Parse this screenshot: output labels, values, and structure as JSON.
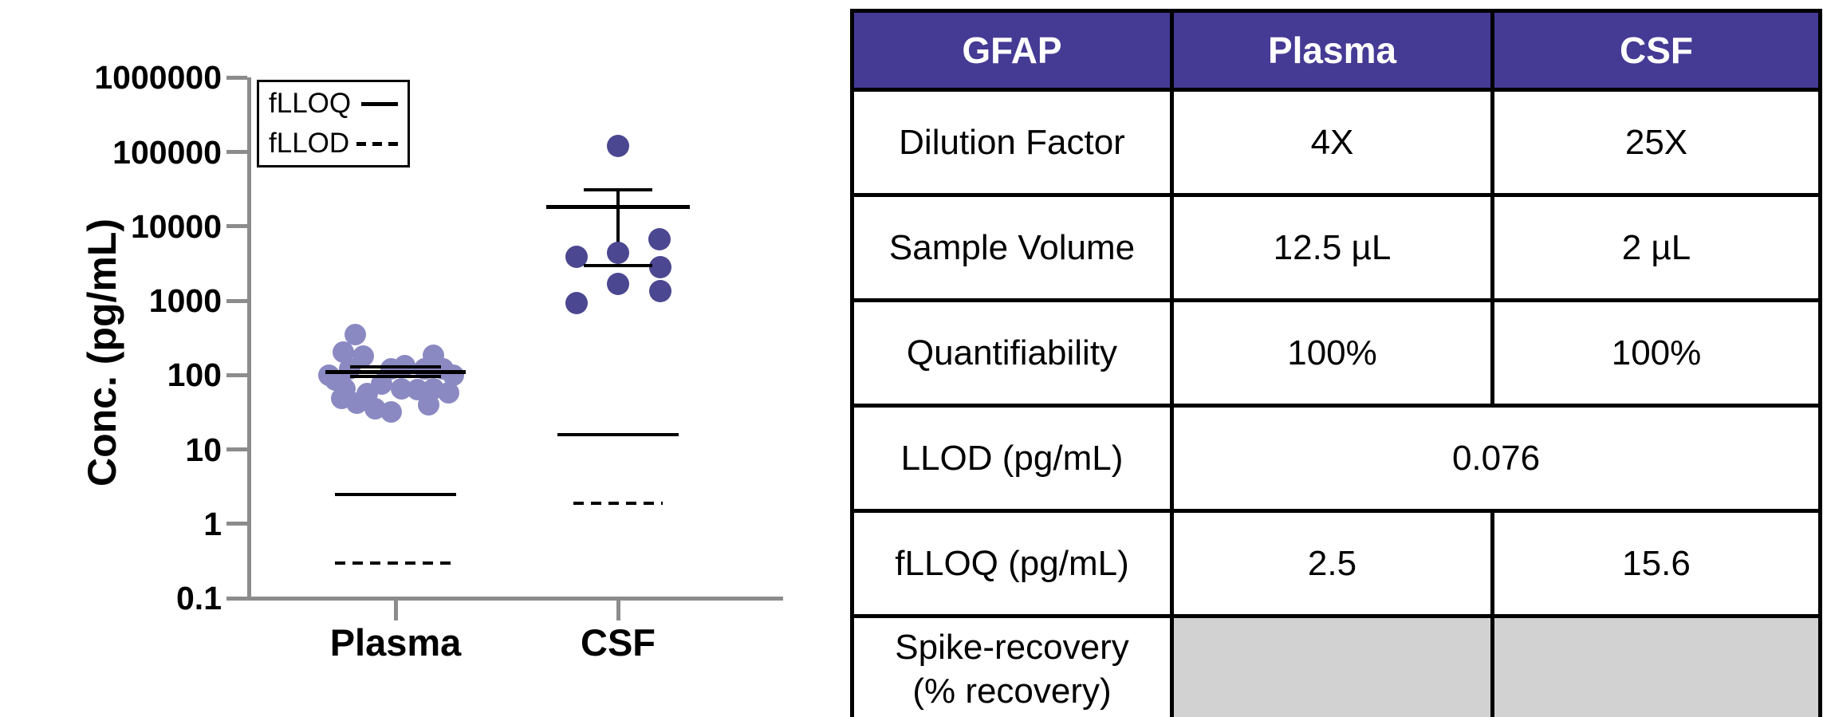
{
  "chart_data": {
    "type": "scatter",
    "title": "",
    "ylabel": "Conc. (pg/mL)",
    "yscale": "log",
    "ylim": [
      0.1,
      1000000
    ],
    "ytick_labels": [
      "1000000",
      "100000",
      "10000",
      "1000",
      "100",
      "10",
      "1",
      "0.1"
    ],
    "categories": [
      "Plasma",
      "CSF"
    ],
    "legend": [
      {
        "label": "fLLOQ",
        "style": "solid"
      },
      {
        "label": "fLLOD",
        "style": "dashed"
      }
    ],
    "series": [
      {
        "name": "Plasma",
        "color": "#8a89c2",
        "dot_diameter": 27,
        "points": [
          {
            "dx": -51,
            "v": 350
          },
          {
            "dx": -66,
            "v": 205
          },
          {
            "dx": -41,
            "v": 178
          },
          {
            "dx": 47,
            "v": 186
          },
          {
            "dx": -84,
            "v": 100
          },
          {
            "dx": -58,
            "v": 122
          },
          {
            "dx": -6,
            "v": 122
          },
          {
            "dx": 11,
            "v": 135
          },
          {
            "dx": 36,
            "v": 122
          },
          {
            "dx": 59,
            "v": 122
          },
          {
            "dx": 72,
            "v": 100
          },
          {
            "dx": -76,
            "v": 86
          },
          {
            "dx": -64,
            "v": 66
          },
          {
            "dx": -36,
            "v": 57
          },
          {
            "dx": -18,
            "v": 75
          },
          {
            "dx": 7,
            "v": 66
          },
          {
            "dx": 27,
            "v": 64
          },
          {
            "dx": 47,
            "v": 66
          },
          {
            "dx": 66,
            "v": 58
          },
          {
            "dx": -68,
            "v": 48
          },
          {
            "dx": -49,
            "v": 42
          },
          {
            "dx": 41,
            "v": 40
          },
          {
            "dx": -26,
            "v": 35
          },
          {
            "dx": -6,
            "v": 32
          }
        ],
        "stats": {
          "mean": 110,
          "mean_half_width": 88,
          "err_upper": 128,
          "err_lower": 96,
          "cap_half_width": 57
        },
        "flloq": 2.5,
        "flloq_half_width": 76,
        "fllod": 0.3,
        "fllod_half_width": 76
      },
      {
        "name": "CSF",
        "color": "#4b4790",
        "dot_diameter": 28,
        "points": [
          {
            "dx": 0,
            "v": 120000
          },
          {
            "dx": 52,
            "v": 6700
          },
          {
            "dx": 0,
            "v": 4400
          },
          {
            "dx": -52,
            "v": 3900
          },
          {
            "dx": 53,
            "v": 2800
          },
          {
            "dx": 0,
            "v": 1700
          },
          {
            "dx": 53,
            "v": 1350
          },
          {
            "dx": -52,
            "v": 930
          }
        ],
        "stats": {
          "mean": 18000,
          "mean_half_width": 90,
          "err_upper": 31000,
          "err_lower": 3000,
          "cap_half_width": 43,
          "vline_to": 6000
        },
        "flloq": 15.6,
        "flloq_half_width": 76,
        "fllod": 1.9,
        "fllod_half_width": 56
      }
    ]
  },
  "table": {
    "header": [
      "GFAP",
      "Plasma",
      "CSF"
    ],
    "header_bg": "#453a94",
    "rows": [
      {
        "label": "Dilution Factor",
        "plasma": "4X",
        "csf": "25X"
      },
      {
        "label": "Sample Volume",
        "plasma": "12.5 µL",
        "csf": "2 µL"
      },
      {
        "label": "Quantifiability",
        "plasma": "100%",
        "csf": "100%"
      },
      {
        "label": "LLOD (pg/mL)",
        "merged": "0.076"
      },
      {
        "label": "fLLOQ (pg/mL)",
        "plasma": "2.5",
        "csf": "15.6"
      },
      {
        "label": "Spike-recovery\n(% recovery)",
        "plasma": "",
        "csf": "",
        "gray": true
      }
    ]
  }
}
